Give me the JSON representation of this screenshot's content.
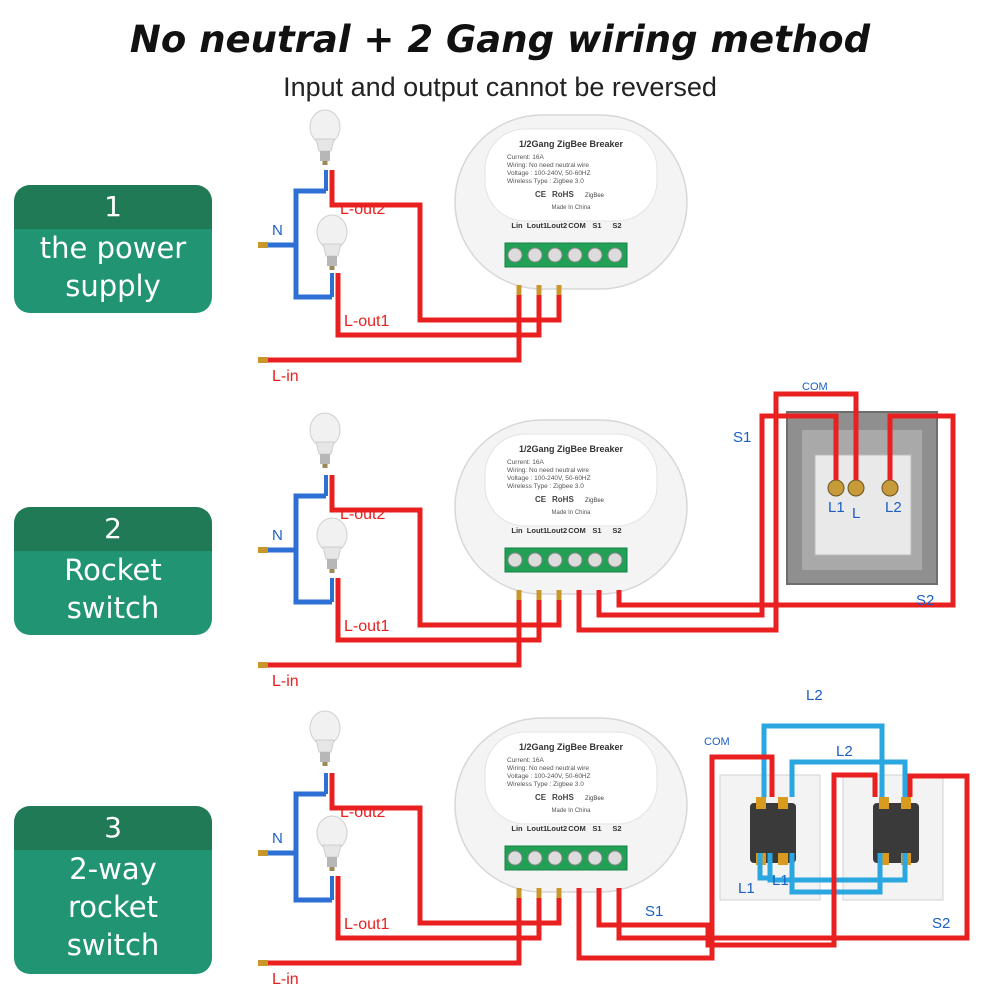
{
  "header": {
    "title": "No neutral + 2 Gang wiring method",
    "subtitle": "Input and output cannot be reversed"
  },
  "badges": [
    {
      "number": "1",
      "lines": [
        "the power",
        "supply"
      ]
    },
    {
      "number": "2",
      "lines": [
        "Rocket",
        "switch"
      ]
    },
    {
      "number": "3",
      "lines": [
        "2-way",
        "rocket",
        "switch"
      ]
    }
  ],
  "breaker": {
    "name": "1/2Gang ZigBee Breaker",
    "spec_lines": [
      "Current: 16A",
      "Wiring: No need neutral wire",
      "Voltage : 100-240V, 50-60HZ",
      "Wireless Type : Zigbee 3.0"
    ],
    "certs": [
      "CE",
      "RoHS",
      "ZigBee"
    ],
    "made_in": "Made In China",
    "terminals": [
      "Lin",
      "Lout1",
      "Lout2",
      "COM",
      "S1",
      "S2"
    ]
  },
  "labels": {
    "neutral": "N",
    "line_in": "L-in",
    "out1": "L-out1",
    "out2": "L-out2",
    "com": "COM",
    "s1": "S1",
    "s2": "S2",
    "sw_l1": "L1",
    "sw_l": "L",
    "sw_l2": "L2"
  },
  "colors": {
    "live": "#e8201f",
    "neutral": "#2e6fd6",
    "traveler": "#2aa6e0",
    "badge_dark": "#1f7a55",
    "badge_light": "#219473",
    "label_red": "#e8201f",
    "label_blue": "#1b5fc4"
  }
}
